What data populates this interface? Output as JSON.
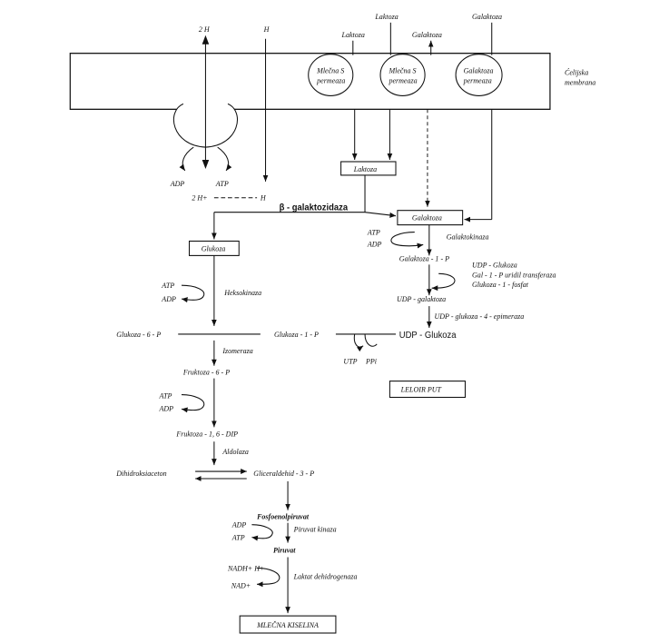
{
  "membrane": {
    "label_line1": "Ćelijska",
    "label_line2": "membrana"
  },
  "top_labels": {
    "h2": "2 H",
    "h": "H",
    "laktoza_top": "Laktoza",
    "laktoza_left": "Laktoza",
    "galaktoza_out": "Galaktoza",
    "galaktoza_right": "Galaktoza"
  },
  "permeases": [
    {
      "line1": "Mlečna S",
      "line2": "permeaza"
    },
    {
      "line1": "Mlečna S",
      "line2": "permeaza"
    },
    {
      "line1": "Galaktoza",
      "line2": "permeaza"
    }
  ],
  "atpase": {
    "adp": "ADP",
    "atp": "ATP",
    "h2_plus": "2 H+",
    "h_right": "H"
  },
  "boxes": {
    "laktoza": "Laktoza",
    "galaktoza": "Galaktoza",
    "glukoza": "Glukoza",
    "leloir": "LELOIR PUT",
    "mlecna": "MLEČNA KISELINA"
  },
  "enzymes": {
    "beta_gal": "β - galaktozidaza",
    "galaktokinaza": "Galaktokinaza",
    "heksokinaza": "Heksokinaza",
    "izomeraza": "Izomeraza",
    "aldolaza": "Aldolaza",
    "piruvat_kinaza": "Piruvat kinaza",
    "laktat_dh": "Laktat dehidrogenaza",
    "udp_epimeraza": "UDP - glukoza - 4 - epimeraza"
  },
  "leloir_side": {
    "atp": "ATP",
    "adp": "ADP",
    "gal1p": "Galaktoza - 1 - P",
    "udp_glukoza_in": "UDP - Glukoza",
    "gal1p_transferaza": "Gal - 1 - P uridil transferaza",
    "glukoza1_fosfat": "Glukoza - 1 - fosfat",
    "udp_galaktoza": "UDP - galaktoza",
    "udp_glukoza_out": "UDP - Glukoza",
    "utp": "UTP",
    "ppi": "PPi"
  },
  "glycolysis": {
    "atp1": "ATP",
    "adp1": "ADP",
    "g6p": "Glukoza - 6 - P",
    "g1p": "Glukoza - 1 - P",
    "f6p": "Fruktoza - 6 - P",
    "atp2": "ATP",
    "adp2": "ADP",
    "f16dip": "Fruktoza - 1, 6 - DIP",
    "dhac": "Dihidroksiaceton",
    "g3p": "Gliceraldehid - 3 - P",
    "pep": "Fosfoenolpiruvat",
    "adp3": "ADP",
    "atp3": "ATP",
    "piruvat": "Piruvat",
    "nadh": "NADH+ H+",
    "nad": "NAD+"
  }
}
